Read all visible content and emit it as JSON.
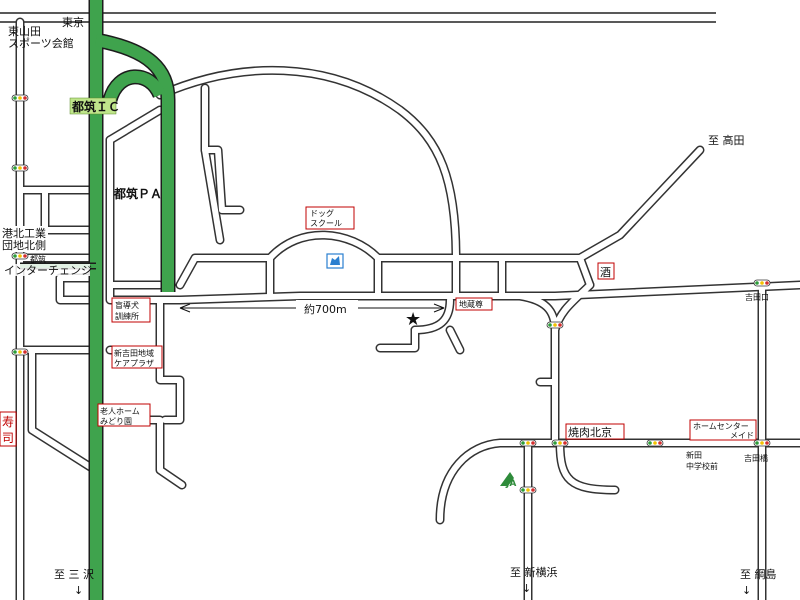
{
  "labels": {
    "tokyo": "東京",
    "higashiyamada": "東山田",
    "sports_hall": "スポーツ会館",
    "tsuzuki_ic": "都筑ＩＣ",
    "tsuzuki_pa": "都筑ＰＡ",
    "kohoku1": "港北工業",
    "kohoku2": "団地北側",
    "ic_ent": "都筑",
    "interchange": "インターチェンジ",
    "dog_school_1": "ドッグ",
    "dog_school_2": "スクール",
    "distance": "約700m",
    "jizo": "地蔵尊",
    "guide_dog_1": "盲導犬",
    "guide_dog_2": "訓練所",
    "care_1": "新吉田地域",
    "care_2": "ケアプラザ",
    "nursing_1": "老人ホーム",
    "nursing_2": "みどり園",
    "kotobuki_1": "寿",
    "kotobuki_2": "司",
    "to_takada": "至 高田",
    "sake": "酒",
    "yoshidaguchi": "吉田口",
    "yakiniku": "焼肉北京",
    "home_center_1": "ホームセンター",
    "home_center_2": "メイド",
    "shinden_1": "新田",
    "shinden_2": "中学校前",
    "yoshidabashi": "吉田橋",
    "ja": "JA",
    "to_misawa": "至 三 沢",
    "to_shinyokohama": "至 新横浜",
    "to_tsunashima": "至 綱島",
    "arrow_down": "↓",
    "star": "★"
  },
  "colors": {
    "highway": "#3fa34d",
    "label_box_border": "#c00000",
    "ic_label_bg": "#bfe58a",
    "traffic_red": "#d32f2f",
    "traffic_yellow": "#f2c200",
    "traffic_green": "#2e9d3a",
    "ja_mark": "#2e8b3a"
  },
  "icons": [
    "traffic-light-icon",
    "dog-school-icon",
    "star-icon",
    "ja-logo-icon",
    "arrow-down-icon"
  ]
}
